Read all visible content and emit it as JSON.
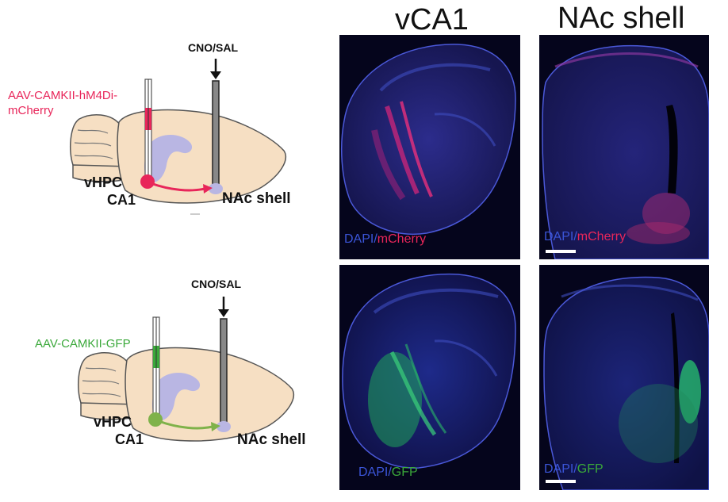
{
  "columns": {
    "left": "vCA1",
    "right": "NAc shell"
  },
  "schematic_top": {
    "virus_line1": "AAV-CAMKII-hM4Di-",
    "virus_line2": "mCherry",
    "drug": "CNO/SAL",
    "source_line1": "vHPC",
    "source_line2": "CA1",
    "target": "NAc shell"
  },
  "schematic_bottom": {
    "virus": "AAV-CAMKII-GFP",
    "drug": "CNO/SAL",
    "source_line1": "vHPC",
    "source_line2": "CA1",
    "target": "NAc shell"
  },
  "panels": {
    "top_left": {
      "stain": "DAPI",
      "sep": "/",
      "marker": "mCherry"
    },
    "top_right": {
      "stain": "DAPI",
      "sep": "/",
      "marker": "mCherry"
    },
    "bottom_left": {
      "stain": "DAPI",
      "sep": "/",
      "marker": "GFP"
    },
    "bottom_right": {
      "stain": "DAPI",
      "sep": "/",
      "marker": "GFP"
    }
  },
  "colors": {
    "mcherry": "#e8265a",
    "gfp": "#3aa83a",
    "dapi": "#3b55d8",
    "brain": "#f6dfc3",
    "hippocampus": "#b9b6e3"
  }
}
